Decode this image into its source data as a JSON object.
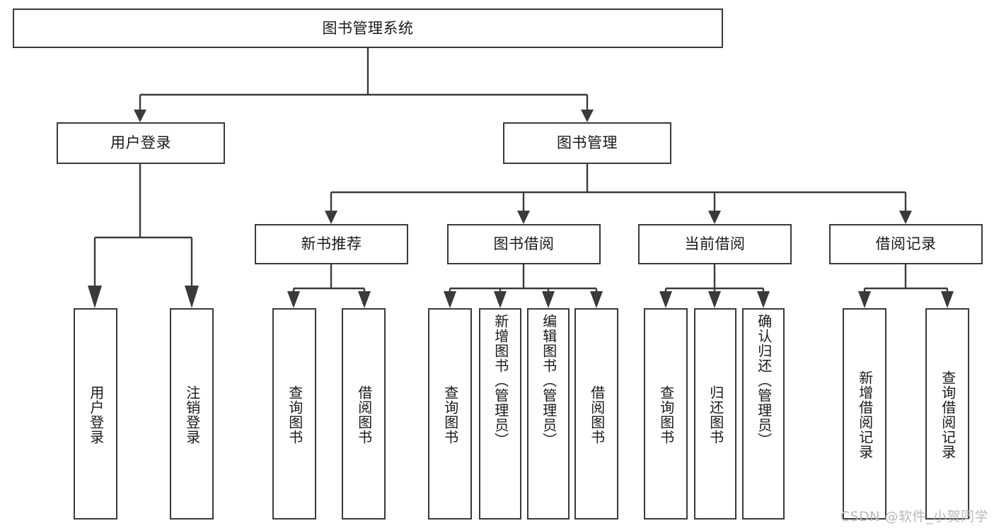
{
  "diagram": {
    "title": "图书管理系统",
    "type": "tree",
    "orientation": "top-down",
    "colors": {
      "box_border": "#3a3a3a",
      "box_fill": "#ffffff",
      "connector": "#3a3a3a",
      "text": "#1a1a1a",
      "watermark": "#b9b9b9",
      "background": "#ffffff"
    },
    "levels": 4
  },
  "root": {
    "label": "图书管理系统"
  },
  "level2": [
    {
      "label": "用户登录"
    },
    {
      "label": "图书管理"
    }
  ],
  "level3": [
    {
      "label": "新书推荐"
    },
    {
      "label": "图书借阅"
    },
    {
      "label": "当前借阅"
    },
    {
      "label": "借阅记录"
    }
  ],
  "leaves": {
    "user_login": [
      {
        "label": "用户登录"
      },
      {
        "label": "注销登录"
      }
    ],
    "new_book_recommend": [
      {
        "label": "查询图书"
      },
      {
        "label": "借阅图书"
      }
    ],
    "book_borrow": [
      {
        "label": "查询图书"
      },
      {
        "label": "新增图书（管理员）"
      },
      {
        "label": "编辑图书（管理员）"
      },
      {
        "label": "借阅图书"
      }
    ],
    "current_borrow": [
      {
        "label": "查询图书"
      },
      {
        "label": "归还图书"
      },
      {
        "label": "确认归还（管理员）"
      }
    ],
    "borrow_record": [
      {
        "label": "新增借阅记录"
      },
      {
        "label": "查询借阅记录"
      }
    ]
  },
  "watermark": {
    "text": "CSDN @软件_小贺同学"
  }
}
